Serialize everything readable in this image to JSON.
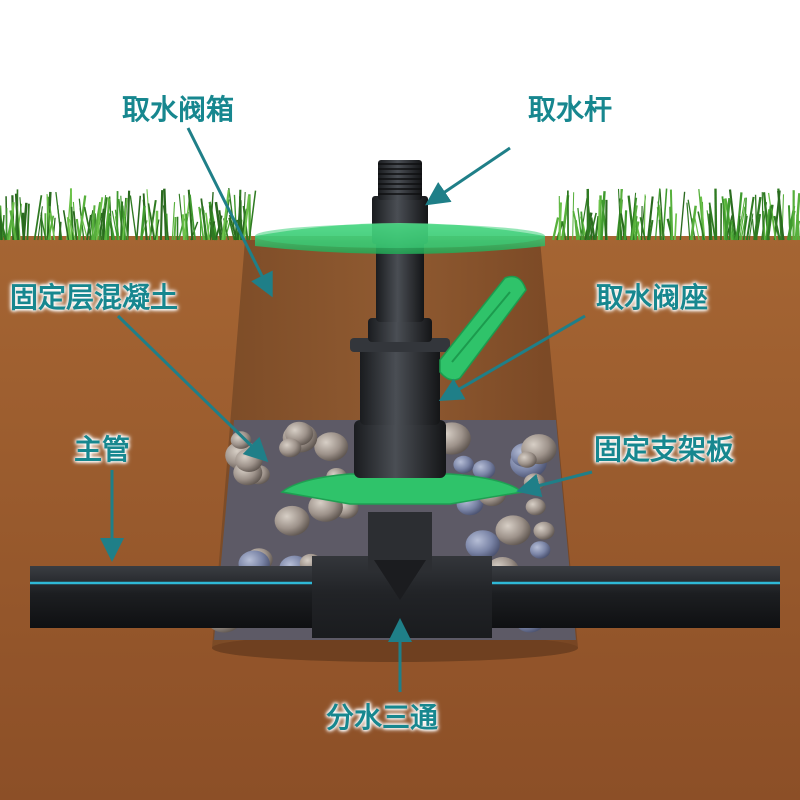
{
  "labels": {
    "valve_box": "取水阀箱",
    "intake_rod": "取水杆",
    "concrete_layer": "固定层混凝土",
    "valve_seat": "取水阀座",
    "main_pipe": "主管",
    "support_plate": "固定支架板",
    "tee": "分水三通"
  },
  "colors": {
    "label_text": "#17878f",
    "arrow": "#1f7f88",
    "soil": "#9a5a2e",
    "grass": "#3d8a2a",
    "lid_green": "#2fc36a",
    "pipe_black": "#1d1f22",
    "pipe_stripe": "#2fb8d6",
    "gravel": "#9a8f88"
  }
}
